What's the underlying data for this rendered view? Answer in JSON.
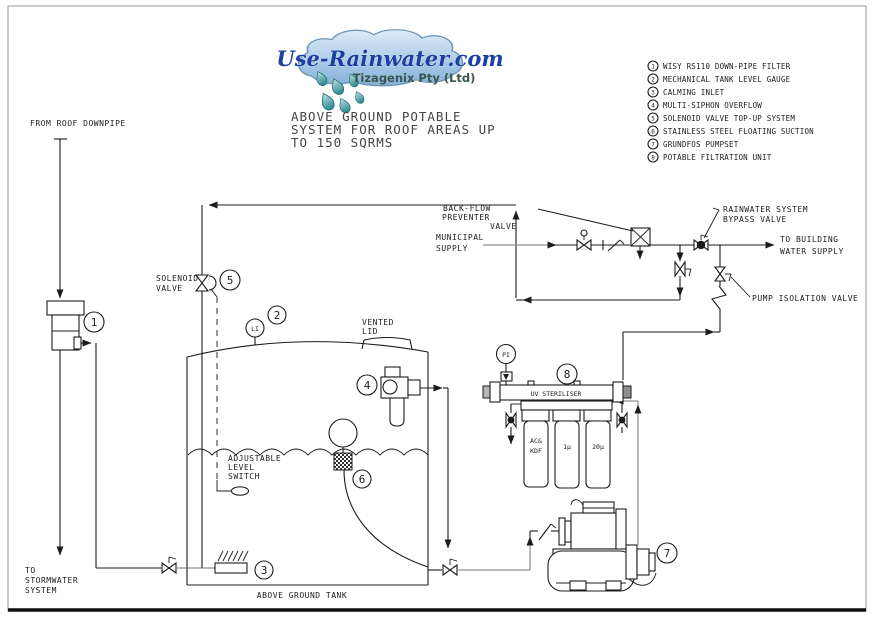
{
  "logo": {
    "site": "Use-Rainwater.com",
    "company": "Tizagenix Pty (Ltd)"
  },
  "title": {
    "line1": "ABOVE GROUND POTABLE",
    "line2": "SYSTEM FOR ROOF AREAS UP",
    "line3": "TO 150 SQRMS"
  },
  "legend": {
    "items": [
      {
        "num": "1",
        "label": "WISY RS110 DOWN-PIPE FILTER"
      },
      {
        "num": "2",
        "label": "MECHANICAL TANK LEVEL GAUGE"
      },
      {
        "num": "3",
        "label": "CALMING INLET"
      },
      {
        "num": "4",
        "label": "MULTI-SIPHON OVERFLOW"
      },
      {
        "num": "5",
        "label": "SOLENOID VALVE TOP-UP SYSTEM"
      },
      {
        "num": "6",
        "label": "STAINLESS STEEL FLOATING SUCTION"
      },
      {
        "num": "7",
        "label": "GRUNDFOS PUMPSET"
      },
      {
        "num": "8",
        "label": "POTABLE FILTRATION UNIT"
      }
    ]
  },
  "annotations": {
    "from_roof": "FROM ROOF DOWNPIPE",
    "solenoid": [
      "SOLENOID",
      "VALVE"
    ],
    "vented_lid": [
      "VENTED",
      "LID"
    ],
    "municipal": [
      "MUNICIPAL",
      "SUPPLY"
    ],
    "backflow": [
      "BACK-FLOW",
      "PREVENTER",
      "VALVE"
    ],
    "bypass": [
      "RAINWATER SYSTEM",
      "BYPASS VALVE"
    ],
    "to_building": [
      "TO BUILDING",
      "WATER SUPPLY"
    ],
    "pump_isolation": "PUMP ISOLATION VALVE",
    "level_switch": [
      "ADJUSTABLE",
      "LEVEL",
      "SWITCH"
    ],
    "stormwater": [
      "TO",
      "STORMWATER",
      "SYSTEM"
    ],
    "tank": "ABOVE GROUND TANK",
    "uv": "UV STERILISER",
    "cartridges": [
      "AC&",
      "KDF",
      "1µ",
      "20µ"
    ],
    "li": "LI",
    "pi": "PI"
  },
  "colors": {
    "line": "#1c1c1c",
    "gray_line": "#8f8f8f",
    "logo_text": "#1c3fa3",
    "company_text": "#3a564e",
    "title_text": "#454545",
    "cloud_stroke": "#6b93b8",
    "drop_fill": "#2e8f96"
  }
}
